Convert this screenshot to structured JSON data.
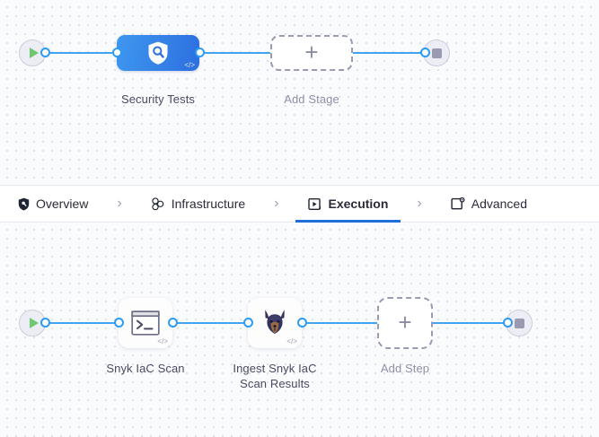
{
  "theme": {
    "canvas_bg": "#fafbfd",
    "dot_color": "#d3d9e3",
    "connector_blue": "#2b9bf4",
    "line_blue": "#43a3f0",
    "stage_gradient_from": "#3e97ef",
    "stage_gradient_to": "#2d6fe0",
    "active_tab_underline": "#1e6fd9",
    "start_icon_green": "#6fc96f",
    "stop_icon_gray": "#9a9ab0",
    "label_color": "#4a4a62",
    "muted_label_color": "#8f8fa8"
  },
  "stage_canvas": {
    "start_node": {
      "icon": "play-icon",
      "title": "Start"
    },
    "end_node": {
      "icon": "stop-icon",
      "title": "End"
    },
    "stage": {
      "label": "Security Tests",
      "icon": "shield-search-icon",
      "badge": "</>"
    },
    "add_stage": {
      "label": "Add Stage",
      "icon": "plus-icon",
      "glyph": "+"
    }
  },
  "tabs": {
    "items": [
      {
        "label": "Overview",
        "icon": "shield-icon",
        "active": false
      },
      {
        "label": "Infrastructure",
        "icon": "nodes-cluster-icon",
        "active": false
      },
      {
        "label": "Execution",
        "icon": "play-box-icon",
        "active": true
      },
      {
        "label": "Advanced",
        "icon": "card-gear-icon",
        "active": false
      }
    ],
    "separator": "›"
  },
  "step_canvas": {
    "start_node": {
      "icon": "play-icon",
      "title": "Start"
    },
    "end_node": {
      "icon": "stop-icon",
      "title": "End"
    },
    "steps": [
      {
        "label": "Snyk IaC Scan",
        "icon": "terminal-icon",
        "badge": "</>"
      },
      {
        "label": "Ingest Snyk IaC Scan Results",
        "label_line1": "Ingest Snyk IaC",
        "label_line2": "Scan Results",
        "icon": "snyk-doberman-icon",
        "badge": "</>"
      }
    ],
    "add_step": {
      "label": "Add Step",
      "icon": "plus-icon",
      "glyph": "+"
    }
  }
}
